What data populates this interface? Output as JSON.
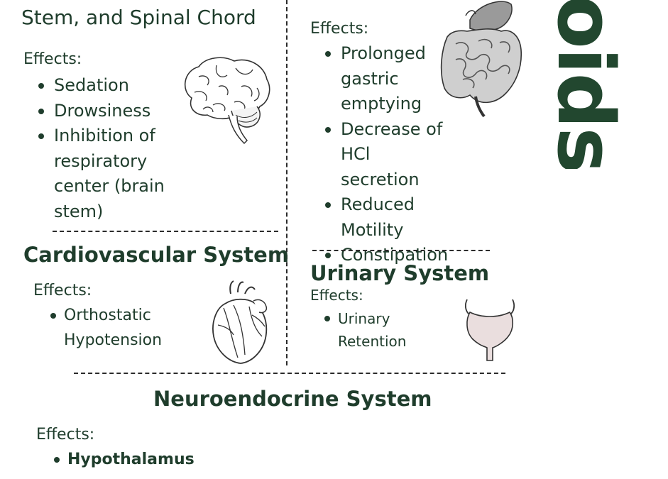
{
  "cns": {
    "title_fragment": "Stem, and Spinal Chord",
    "effects_label": "Effects:",
    "items": [
      "Sedation",
      "Drowsiness",
      "Inhibition of respiratory center (brain stem)"
    ]
  },
  "gi": {
    "effects_label": "Effects:",
    "items": [
      "Prolonged gastric emptying",
      "Decrease of HCl secretion",
      "Reduced Motility",
      "Constipation"
    ]
  },
  "vertical_title_fragment": "oids",
  "cardio": {
    "title": "Cardiovascular System",
    "effects_label": "Effects:",
    "items": [
      "Orthostatic Hypotension"
    ]
  },
  "urinary": {
    "title": "Urinary System",
    "effects_label": "Effects:",
    "items": [
      "Urinary Retention"
    ]
  },
  "neuro": {
    "title": "Neuroendocrine System",
    "effects_label": "Effects:",
    "items": [
      "Hypothalamus"
    ]
  },
  "icons": {
    "brain": "brain-icon",
    "stomach_intestine": "digestive-tract-icon",
    "heart": "heart-icon",
    "bladder": "bladder-icon"
  },
  "colors": {
    "text": "#1f3d2c",
    "title_vertical": "#22472f",
    "organ_fill": "#cfcfcf",
    "bladder_fill": "#eadede"
  }
}
